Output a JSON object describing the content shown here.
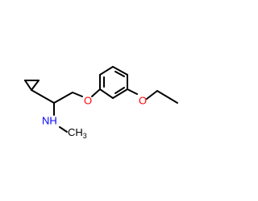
{
  "molecule": {
    "atoms": {
      "oxygen_ether": "O",
      "oxygen_ethoxy": "O",
      "nitrogen_amine": "NH",
      "methyl_on_nitrogen": "CH"
    },
    "methyl_subscript": "3"
  },
  "colors": {
    "bond": "#000000",
    "oxygen": "#ff0000",
    "nitrogen": "#0000ff"
  }
}
